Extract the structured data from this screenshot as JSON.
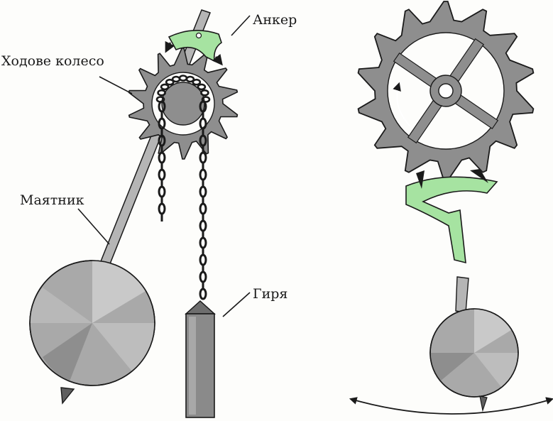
{
  "labels": {
    "anchor": "Анкер",
    "escape_wheel": "Ходове колесо",
    "pendulum": "Маятник",
    "weight": "Гиря"
  },
  "colors": {
    "metal": "#8e8e8e",
    "metal_dark": "#5f5f5f",
    "anchor_green": "#a6e3a1",
    "outline": "#1a1a1a",
    "bob_light": "#c9c9c9",
    "bob_mid": "#a9a9a9",
    "bob_dark": "#8a8a8a"
  },
  "icons": [
    "rotation-arrow-icon",
    "swing-arrow-icon"
  ]
}
